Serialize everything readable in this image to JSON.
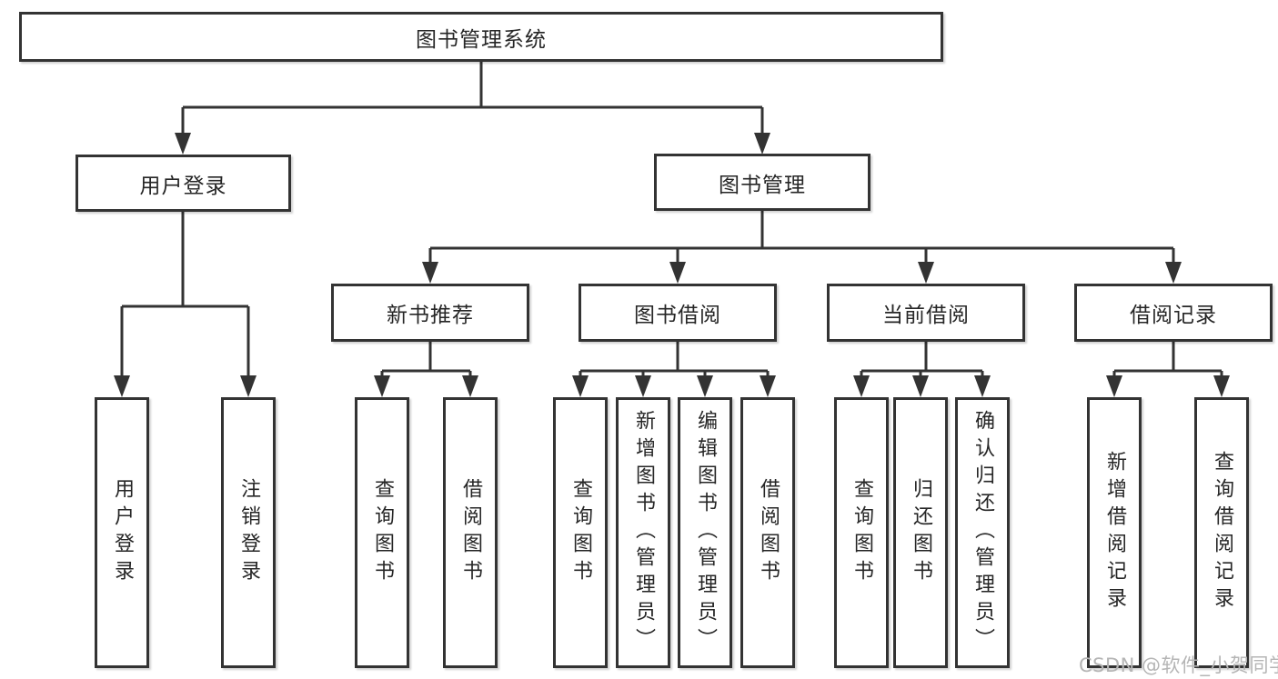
{
  "tree": {
    "label": "图书管理系统",
    "children": [
      {
        "label": "用户登录",
        "children": [
          {
            "label": "用户登录"
          },
          {
            "label": "注销登录"
          }
        ]
      },
      {
        "label": "图书管理",
        "children": [
          {
            "label": "新书推荐",
            "children": [
              {
                "label": "查询图书"
              },
              {
                "label": "借阅图书"
              }
            ]
          },
          {
            "label": "图书借阅",
            "children": [
              {
                "label": "查询图书"
              },
              {
                "label": "新增图书（管理员）"
              },
              {
                "label": "编辑图书（管理员）"
              },
              {
                "label": "借阅图书"
              }
            ]
          },
          {
            "label": "当前借阅",
            "children": [
              {
                "label": "查询图书"
              },
              {
                "label": "归还图书"
              },
              {
                "label": "确认归还（管理员）"
              }
            ]
          },
          {
            "label": "借阅记录",
            "children": [
              {
                "label": "新增借阅记录"
              },
              {
                "label": "查询借阅记录"
              }
            ]
          }
        ]
      }
    ]
  },
  "watermark": {
    "text": "CSDN @软件_小贺同学"
  },
  "colors": {
    "line": "#333333",
    "border": "#333333",
    "text": "#262626",
    "background": "#ffffff",
    "watermark": "#b5b5b5"
  }
}
